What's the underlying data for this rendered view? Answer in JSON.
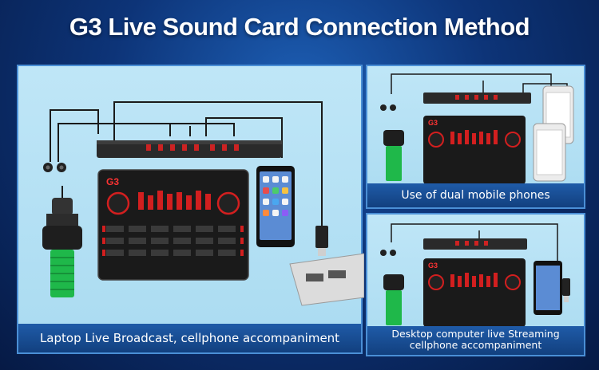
{
  "page": {
    "title": "G3 Live Sound Card Connection Method"
  },
  "panels": {
    "main": {
      "caption": "Laptop Live Broadcast, cellphone accompaniment",
      "device_brand": "G3"
    },
    "top_right": {
      "caption": "Use of dual mobile phones",
      "device_brand": "G3"
    },
    "bottom_right": {
      "caption_line1": "Desktop computer live Streaming",
      "caption_line2": "cellphone accompaniment",
      "device_brand": "G3"
    }
  },
  "colors": {
    "panel_bg": "#b5e0f4",
    "panel_border": "#4a8fd6",
    "caption_bg": "#17498f",
    "title": "#ffffff",
    "device_red": "#d21f1f",
    "mic_green": "#1fb84a"
  },
  "icons": [
    "microphone-icon",
    "earphones-icon",
    "sound-card-icon",
    "mixer-console-icon",
    "smartphone-icon",
    "usb-cable-icon",
    "laptop-icon"
  ]
}
